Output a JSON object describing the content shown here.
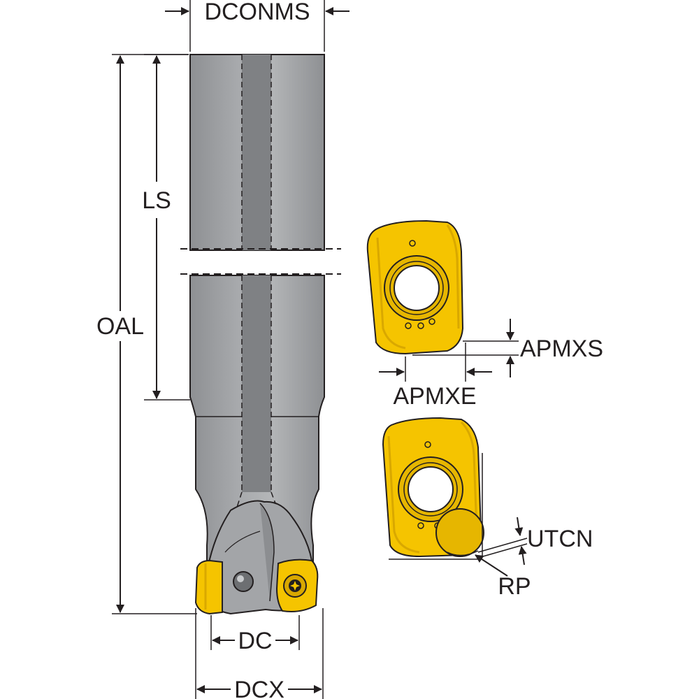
{
  "labels": {
    "dconms": "DCONMS",
    "ls": "LS",
    "oal": "OAL",
    "apmxs": "APMXS",
    "apmxe": "APMXE",
    "utcn": "UTCN",
    "rp": "RP",
    "dc": "DC",
    "dcx": "DCX"
  },
  "colors": {
    "body": "#9d9fa2",
    "body_dark": "#7d7f82",
    "body_light": "#b9bbbd",
    "insert": "#f5c400",
    "insert_dark": "#d9a800",
    "line": "#231f20"
  }
}
